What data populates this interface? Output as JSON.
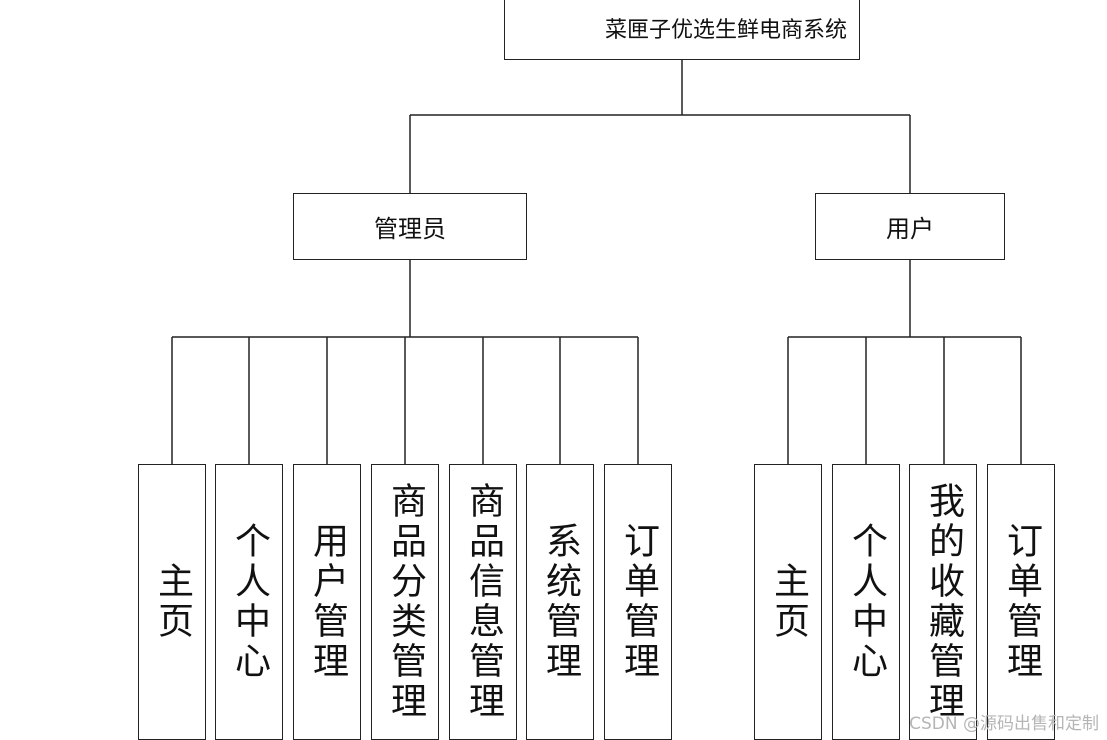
{
  "root": {
    "label": "菜匣子优选生鲜电商系统"
  },
  "admin": {
    "label": "管理员",
    "modules": [
      "主页",
      "个人中心",
      "用户管理",
      "商品分类管理",
      "商品信息管理",
      "系统管理",
      "订单管理"
    ]
  },
  "user": {
    "label": "用户",
    "modules": [
      "主页",
      "个人中心",
      "我的收藏管理",
      "订单管理"
    ]
  },
  "watermark": "CSDN @源码出售和定制"
}
